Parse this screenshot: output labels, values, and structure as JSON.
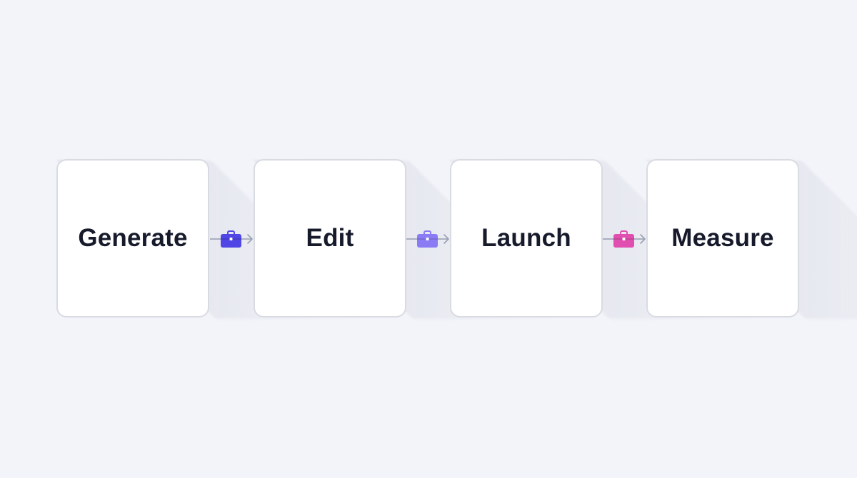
{
  "steps": [
    {
      "label": "Generate"
    },
    {
      "label": "Edit"
    },
    {
      "label": "Launch"
    },
    {
      "label": "Measure"
    }
  ],
  "connectors": [
    {
      "icon": "briefcase-icon",
      "color": "#4f46e5"
    },
    {
      "icon": "briefcase-icon",
      "color": "#8b7cf6"
    },
    {
      "icon": "briefcase-icon",
      "color": "#e04fb0"
    }
  ],
  "colors": {
    "background": "#f3f4f9",
    "box_border": "#d9dbe3",
    "text": "#161a2b",
    "arrow": "#9aa0b4"
  }
}
